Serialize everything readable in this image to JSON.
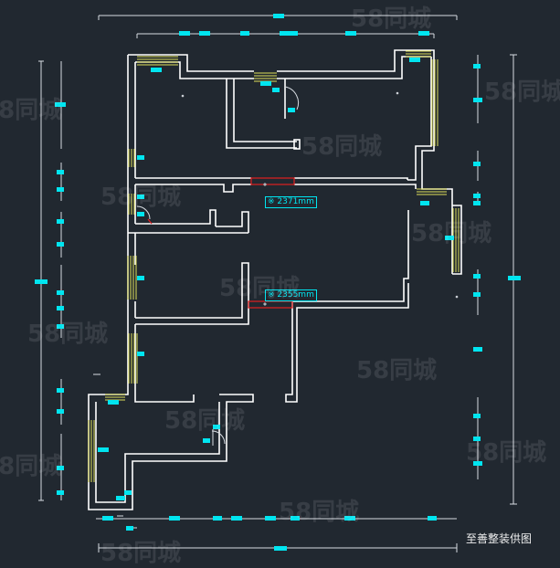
{
  "caption": "至善整装供图",
  "annotations": {
    "a1": "※ 2371mm",
    "a2": "※ 2355mm"
  },
  "watermark": "58同城",
  "colors": {
    "background": "#212830",
    "wall": "#ffffff",
    "window": "#e0e05a",
    "dimension": "#00e5f0",
    "guide": "#d7dce2",
    "door": "#e02020"
  }
}
